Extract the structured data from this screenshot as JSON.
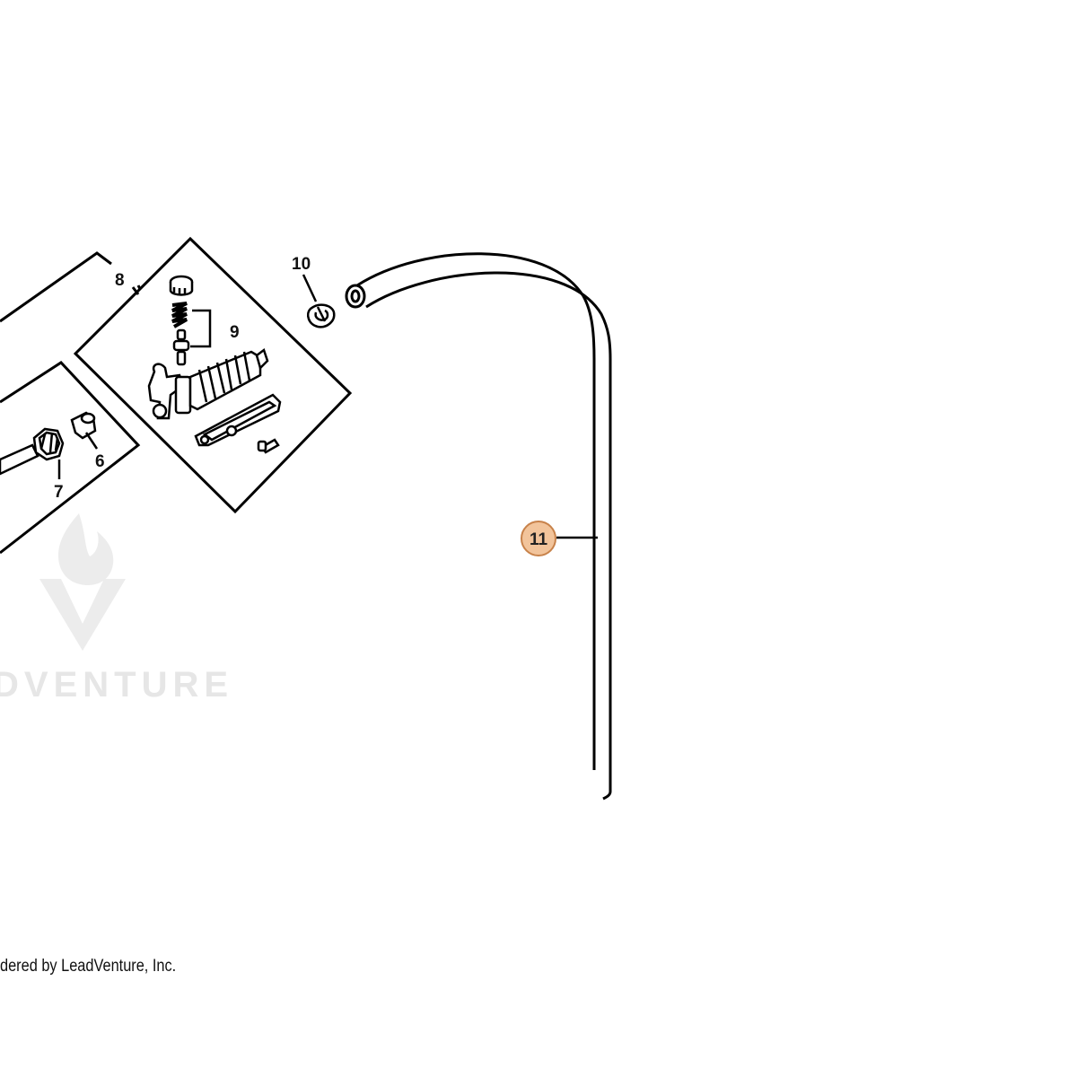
{
  "watermark": {
    "text": "DVENTURE"
  },
  "callouts": {
    "c6": "6",
    "c7": "7",
    "c8": "8",
    "c9": "9",
    "c10": "10",
    "c11": "11"
  },
  "highlight_color": "#f2c49b",
  "highlight_stroke": "#c8824a",
  "footer": {
    "text": "dered by LeadVenture, Inc."
  }
}
